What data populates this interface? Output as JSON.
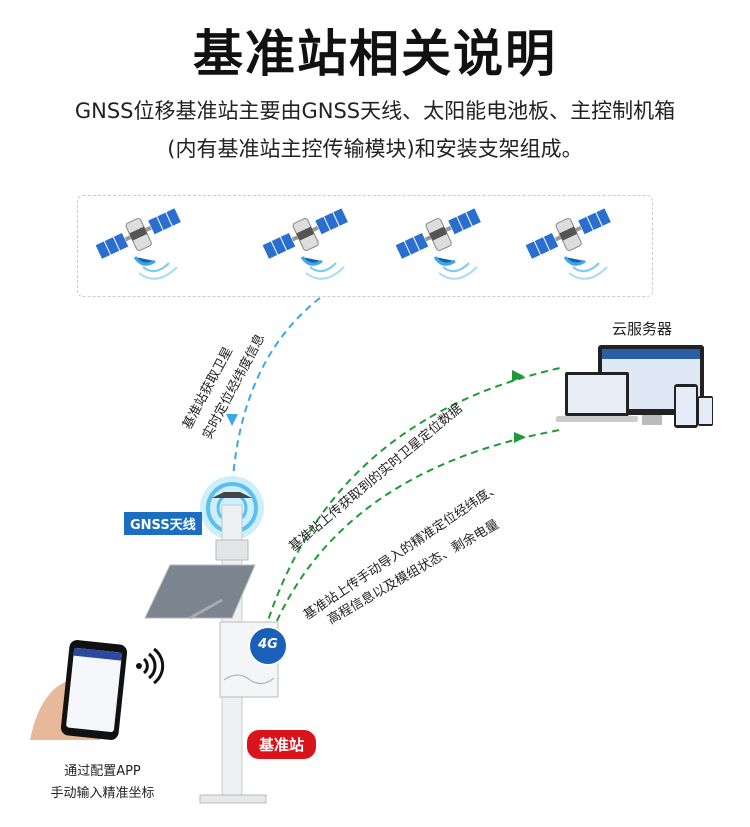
{
  "title": "基准站相关说明",
  "subtitle": [
    "GNSS位移基准站主要由GNSS天线、太阳能电池板、主控制机箱",
    "(内有基准站主控传输模块)和安装支架组成。"
  ],
  "arrows": {
    "satellite_to_station": [
      "基准站获取卫星",
      "实时定位经纬度信息"
    ],
    "upload_realtime": "基准站上传获取到的实时卫星定位数据",
    "upload_manual": [
      "基准站上传手动导入的精准定位经纬度、",
      "高程信息以及模组状态、剩余电量"
    ]
  },
  "cloud_server_label": "云服务器",
  "gnss_antenna_label": "GNSS天线",
  "network_badge": "4G",
  "station_label": "基准站",
  "app_caption": [
    "通过配置APP",
    "手动输入精准坐标"
  ],
  "colors": {
    "blue": "#3aa8e8",
    "green": "#1f9a3a",
    "label_blue": "#1a6fc0",
    "red": "#d8141c"
  }
}
